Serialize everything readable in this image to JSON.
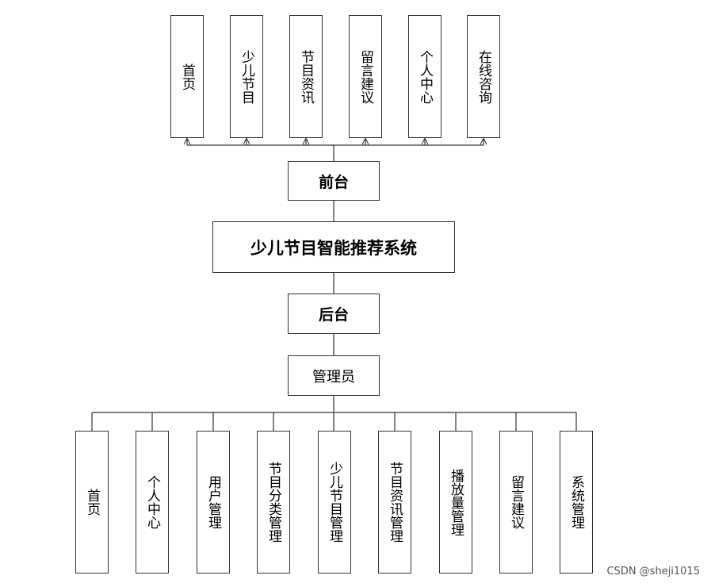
{
  "front": {
    "items": [
      "首页",
      "少儿节目",
      "节目资讯",
      "留言建议",
      "个人中心",
      "在线咨询"
    ],
    "label": "前台"
  },
  "system_title": "少儿节目智能推荐系统",
  "back": {
    "label": "后台",
    "role": "管理员",
    "items": [
      "首页",
      "个人中心",
      "用户管理",
      "节目分类管理",
      "少儿节目管理",
      "节目资讯管理",
      "播放量管理",
      "留言建议",
      "系统管理"
    ]
  },
  "watermark": "CSDN @sheji1015"
}
